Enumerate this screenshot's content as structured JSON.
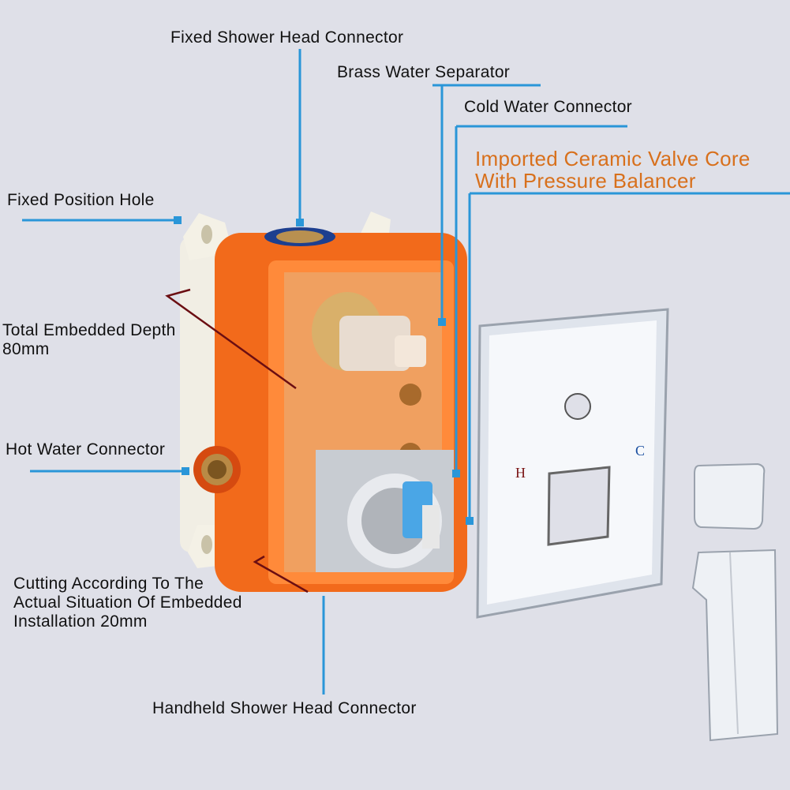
{
  "labels": {
    "fixed_shower_head_connector": "Fixed Shower Head Connector",
    "brass_water_separator": "Brass Water Separator",
    "cold_water_connector": "Cold Water Connector",
    "ceramic_core_line1": "Imported Ceramic Valve Core",
    "ceramic_core_line2": "With Pressure Balancer",
    "fixed_position_hole": "Fixed Position Hole",
    "total_depth_line1": "Total Embedded Depth",
    "total_depth_line2": "80mm",
    "hot_water_connector": "Hot Water Connector",
    "cutting_line1": "Cutting According To The",
    "cutting_line2": "Actual Situation Of Embedded",
    "cutting_line3": "Installation 20mm",
    "handheld_shower_head_connector": "Handheld Shower Head Connector"
  },
  "cover_plate": {
    "hot_mark": "H",
    "cold_mark": "C"
  },
  "colors": {
    "background": "#dfe0e8",
    "leader": "#2a96d8",
    "accent_text": "#d8701c",
    "dimension": "#6b0e12",
    "box": "#f26a1b"
  }
}
